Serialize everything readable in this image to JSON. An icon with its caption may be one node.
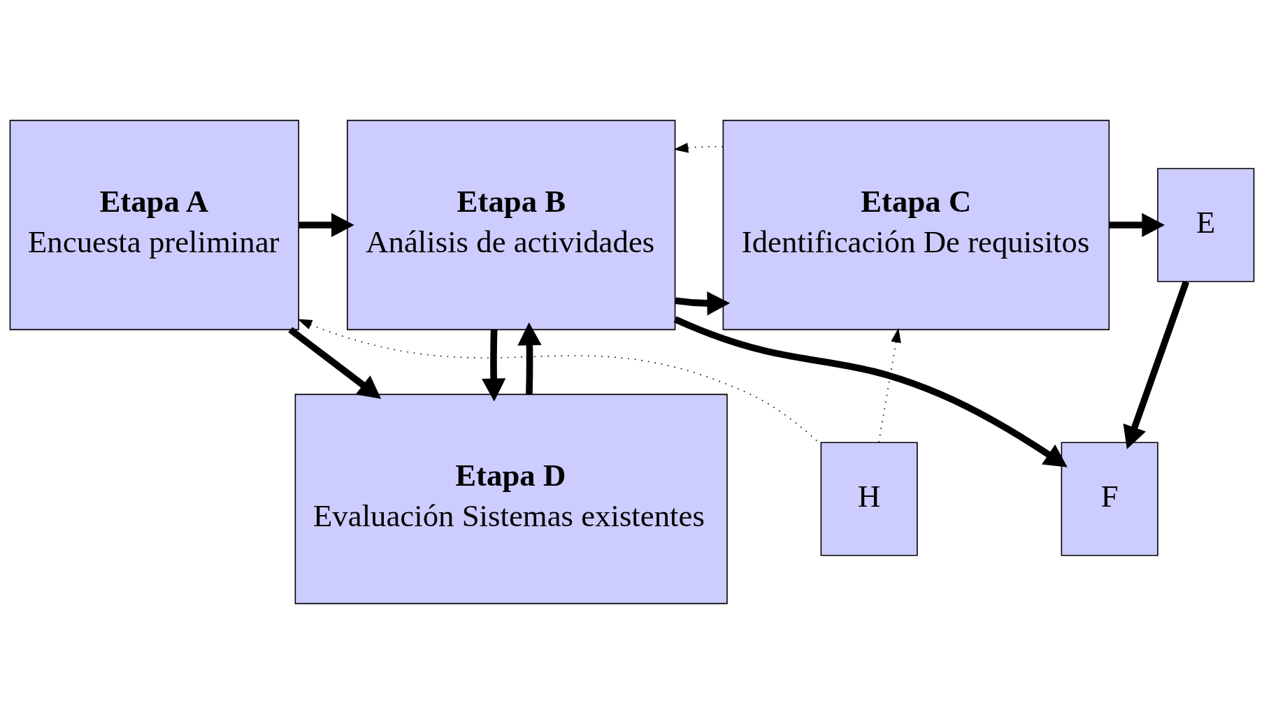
{
  "diagram": {
    "nodes": [
      {
        "text": [
          "Etapa A",
          "Encuesta preliminar"
        ]
      },
      {
        "text": [
          "Etapa B",
          "Análisis de actividades"
        ]
      },
      {
        "text": [
          "Etapa C",
          "Identificación De requisitos"
        ]
      },
      {
        "text": [
          "E"
        ]
      },
      {
        "text": [
          "F"
        ]
      },
      {
        "text": [
          "Etapa D",
          "Evaluación Sistemas existentes"
        ]
      },
      {
        "text": [
          "H"
        ]
      }
    ],
    "edges": [
      {
        "from": 0,
        "to": 1,
        "arrow": "to"
      },
      {
        "from": 1,
        "to": 2,
        "arrow": "to"
      },
      {
        "from": 2,
        "to": 1,
        "arrow": "to",
        "style": "dashed"
      },
      {
        "from": 2,
        "to": 3,
        "arrow": "to"
      },
      {
        "from": 3,
        "to": 4,
        "arrow": "to"
      },
      {
        "from": 1,
        "to": 4,
        "arrow": "to"
      },
      {
        "from": 0,
        "to": 5,
        "arrow": "to"
      },
      {
        "from": 1,
        "to": 5,
        "arrow": "to"
      },
      {
        "from": 5,
        "to": 1,
        "arrow": "to"
      },
      {
        "from": 6,
        "to": 2,
        "arrow": "to",
        "style": "dashed"
      },
      {
        "from": 6,
        "to": 0,
        "arrow": "to",
        "style": "dashed"
      }
    ]
  }
}
